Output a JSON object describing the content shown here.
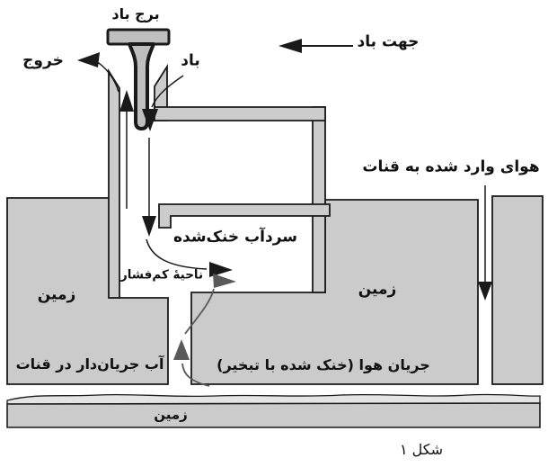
{
  "figure": {
    "caption": "شکل ۱",
    "description_type": "windcatcher-qanat-cooling-diagram"
  },
  "labels": {
    "wind_tower": "برج باد",
    "exit": "خروج",
    "wind": "باد",
    "wind_direction": "جهت باد",
    "air_into_qanat": "هوای وارد شده به قنات",
    "cooled_cold_water": "سردآب خنک‌شده",
    "low_pressure_zone": "ناحیۀ کم‌فشار",
    "ground_left": "زمین",
    "ground_right": "زمین",
    "ground_bottom": "زمین",
    "flowing_water_in_qanat": "آب جریان‌دار در قنات",
    "air_flow_cooled_by_evaporation": "جریان هوا (خنک شده با تبخیر)"
  },
  "colors": {
    "ground_fill": "#cbcbcb",
    "wall_fill": "#cccccc",
    "tower_fill": "#bfbfbf",
    "water_fill": "#e4e4e4",
    "outline": "#1a1a1a",
    "gray_arrow": "#5a5a5a"
  }
}
